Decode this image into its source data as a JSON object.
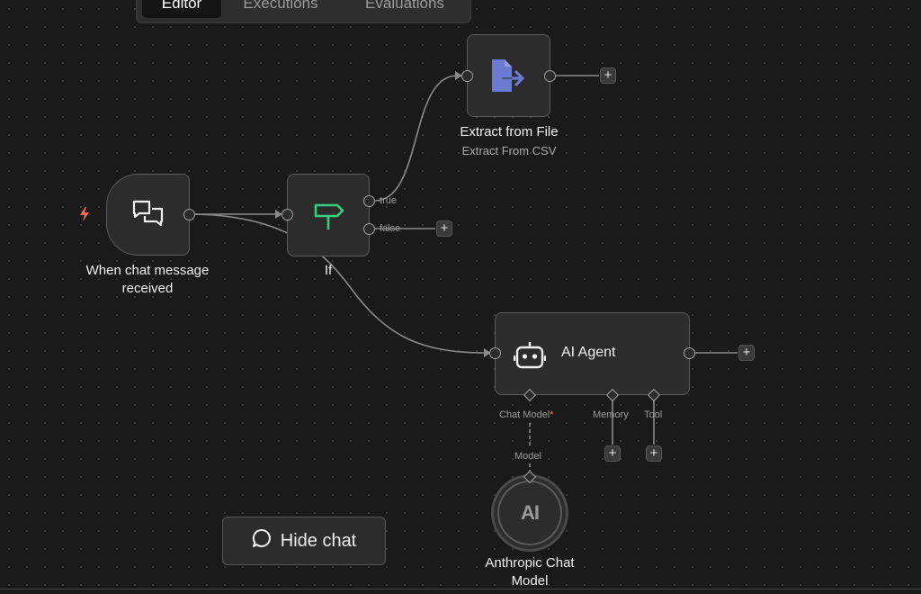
{
  "tabs": [
    {
      "label": "Editor",
      "active": true
    },
    {
      "label": "Executions",
      "active": false
    },
    {
      "label": "Evaluations",
      "active": false
    }
  ],
  "nodes": {
    "chat_trigger": {
      "label": "When chat message received",
      "icon": "chat-bubbles-icon",
      "trigger_icon": "lightning-bolt-icon"
    },
    "if": {
      "label": "If",
      "icon": "signpost-icon",
      "outputs": [
        "true",
        "false"
      ]
    },
    "extract": {
      "label": "Extract from File",
      "sublabel": "Extract From CSV",
      "icon": "file-export-icon"
    },
    "agent": {
      "label": "AI Agent",
      "icon": "robot-icon",
      "sub_ports": [
        {
          "label": "Chat Model",
          "required": "*"
        },
        {
          "label": "Memory"
        },
        {
          "label": "Tool"
        }
      ]
    },
    "anthropic": {
      "label": "Anthropic Chat Model",
      "port_label": "Model",
      "logo": "AI"
    }
  },
  "hide_chat": {
    "label": "Hide chat"
  },
  "colors": {
    "canvas": "#1a1a1a",
    "node_bg": "#2c2c2c",
    "node_border": "#5a5a5a",
    "if_icon": "#35d07f",
    "extract_icon": "#6b7bcf",
    "trigger_bolt": "#ff6d5a"
  }
}
